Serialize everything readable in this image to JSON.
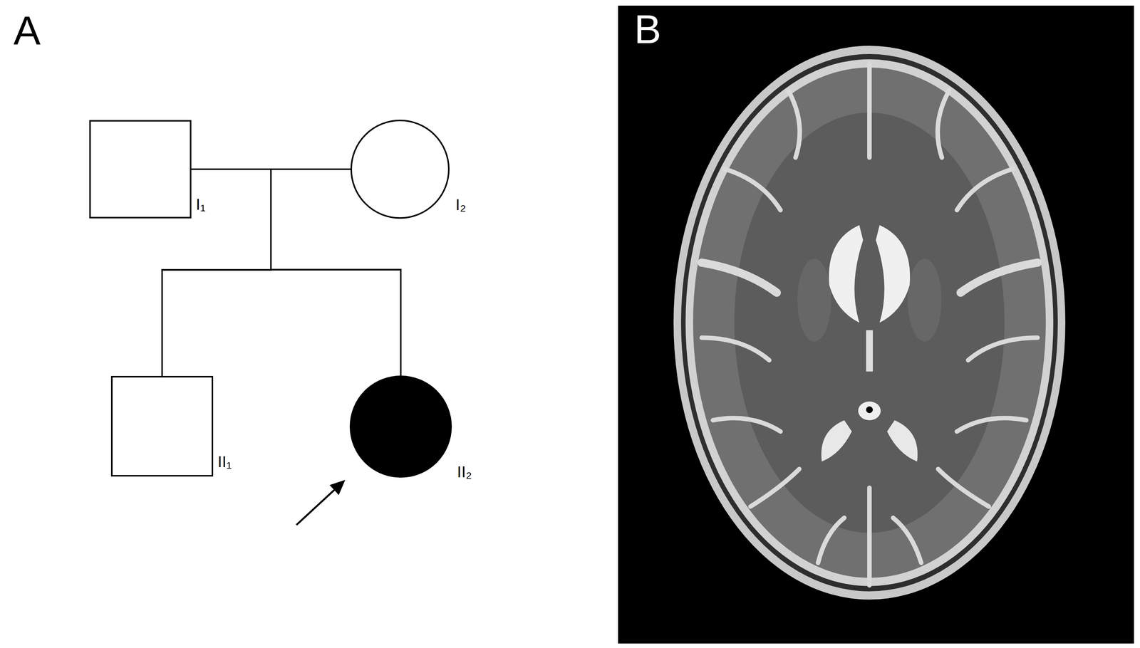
{
  "diagram": {
    "nodes": [
      {
        "text": [
          "I₁"
        ]
      },
      {
        "text": [
          "I₂"
        ]
      },
      {
        "text": [
          "II₁"
        ]
      },
      {
        "text": [
          "II₂"
        ]
      }
    ],
    "edges": [
      {
        "from": 0,
        "to": 1,
        "arrow": "none"
      },
      {
        "from": 0,
        "to": 2,
        "arrow": "none"
      },
      {
        "from": 0,
        "to": 3,
        "arrow": "none"
      },
      {
        "from": 1,
        "to": 2,
        "arrow": "none"
      },
      {
        "from": 1,
        "to": 3,
        "arrow": "none"
      }
    ],
    "labels": [
      "A",
      "B"
    ]
  }
}
